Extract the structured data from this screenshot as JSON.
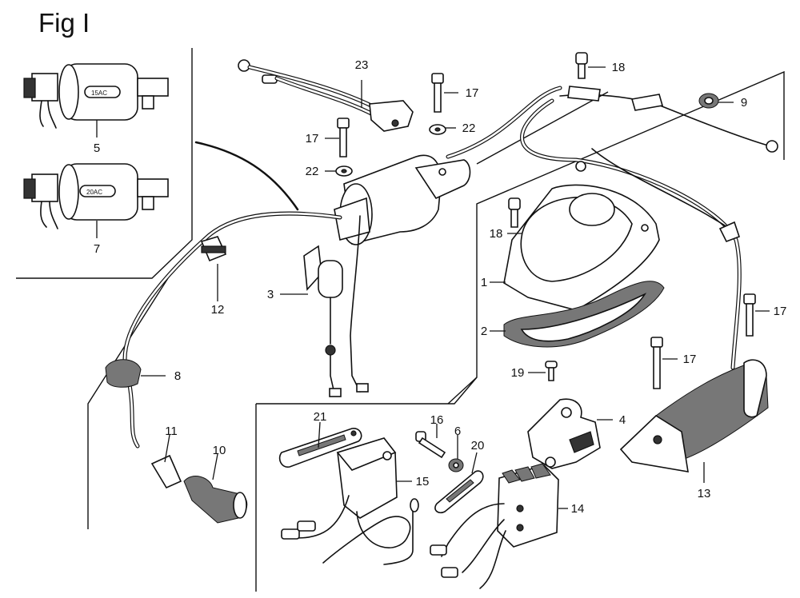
{
  "figure": {
    "title": "Fig I"
  },
  "callouts": [
    {
      "id": "c1",
      "text": "1"
    },
    {
      "id": "c2",
      "text": "2"
    },
    {
      "id": "c3",
      "text": "3"
    },
    {
      "id": "c4",
      "text": "4"
    },
    {
      "id": "c5",
      "text": "5"
    },
    {
      "id": "c6",
      "text": "6"
    },
    {
      "id": "c7",
      "text": "7"
    },
    {
      "id": "c8",
      "text": "8"
    },
    {
      "id": "c9",
      "text": "9"
    },
    {
      "id": "c10",
      "text": "10"
    },
    {
      "id": "c11",
      "text": "11"
    },
    {
      "id": "c12",
      "text": "12"
    },
    {
      "id": "c13",
      "text": "13"
    },
    {
      "id": "c14",
      "text": "14"
    },
    {
      "id": "c15",
      "text": "15"
    },
    {
      "id": "c16",
      "text": "16"
    },
    {
      "id": "c17a",
      "text": "17"
    },
    {
      "id": "c17b",
      "text": "17"
    },
    {
      "id": "c17c",
      "text": "17"
    },
    {
      "id": "c17d",
      "text": "17"
    },
    {
      "id": "c18a",
      "text": "18"
    },
    {
      "id": "c18b",
      "text": "18"
    },
    {
      "id": "c19",
      "text": "19"
    },
    {
      "id": "c20",
      "text": "20"
    },
    {
      "id": "c21",
      "text": "21"
    },
    {
      "id": "c22a",
      "text": "22"
    },
    {
      "id": "c22b",
      "text": "22"
    },
    {
      "id": "c23",
      "text": "23"
    }
  ],
  "coil_labels": {
    "coil_6": "15AC",
    "coil_7": "20AC"
  }
}
